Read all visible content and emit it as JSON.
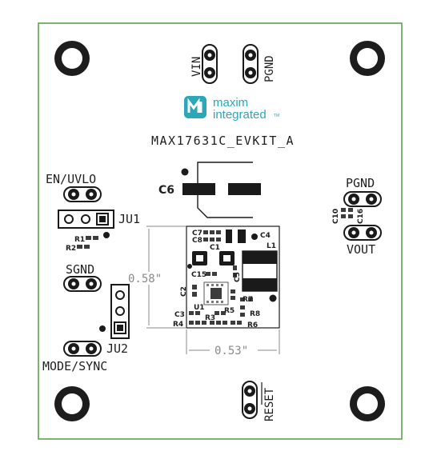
{
  "board": {
    "title": "MAX17631C_EVKIT_A",
    "border_color": "#5fa04e",
    "logo": {
      "line1": "maxim",
      "line2": "integrated",
      "tm": "TM",
      "color": "#2aa7b8"
    }
  },
  "connectors": {
    "vin": "VIN",
    "pgnd_top": "PGND",
    "pgnd_right": "PGND",
    "vout": "VOUT",
    "en_uvlo": "EN/UVLO",
    "sgnd": "SGND",
    "mode_sync": "MODE/SYNC",
    "reset": "RESET"
  },
  "jumpers": {
    "ju1": "JU1",
    "ju2": "JU2"
  },
  "refdes": {
    "c6": "C6",
    "c7": "C7",
    "c8": "C8",
    "c4": "C4",
    "c1": "C1",
    "l1": "L1",
    "c15": "C15",
    "c5": "C5",
    "c2": "C2",
    "u1": "U1",
    "r5": "R5",
    "r7": "R7",
    "r8": "R8",
    "c3": "C3",
    "r3": "R3",
    "r4": "R4",
    "r6": "R6",
    "r1": "R1",
    "r2": "R2",
    "c10": "C10",
    "c16": "C16"
  },
  "dimensions": {
    "height": "0.58\"",
    "width": "0.53\""
  }
}
